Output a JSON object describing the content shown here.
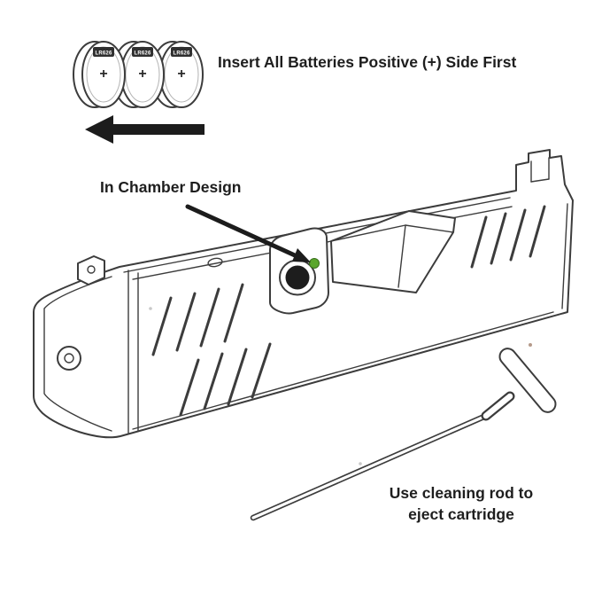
{
  "colors": {
    "background": "#ffffff",
    "ink": "#1e1e1e",
    "line": "#3c3c3c",
    "arrow": "#1c1c1c",
    "chamber_dot": "#5aa62c"
  },
  "battery_section": {
    "instruction": "Insert All Batteries Positive (+) Side First",
    "arrow_direction": "left",
    "batteries": [
      {
        "label": "LR626",
        "polarity": "+"
      },
      {
        "label": "LR626",
        "polarity": "+"
      },
      {
        "label": "LR626",
        "polarity": "+"
      }
    ]
  },
  "chamber": {
    "label": "In Chamber Design"
  },
  "cleaning_rod": {
    "instruction_line1": "Use cleaning rod to",
    "instruction_line2": "eject cartridge"
  }
}
